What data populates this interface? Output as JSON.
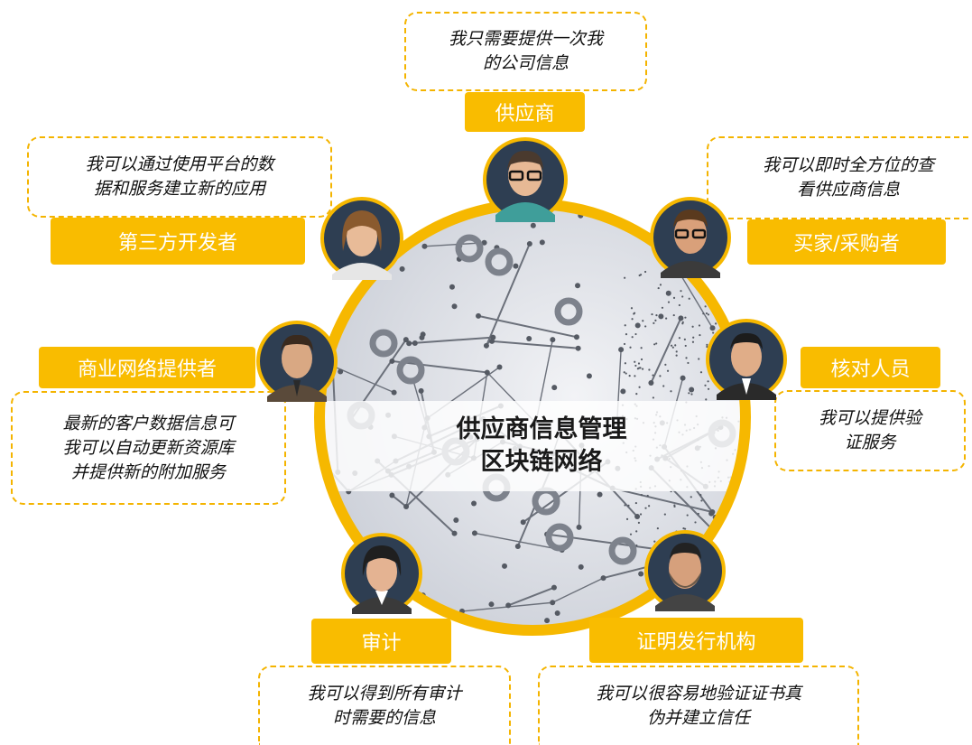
{
  "center": {
    "line1": "供应商信息管理",
    "line2": "区块链网络"
  },
  "roles": {
    "supplier": {
      "label": "供应商",
      "note": [
        "我只需要提供一次我",
        "的公司信息"
      ]
    },
    "buyer": {
      "label": "买家/采购者",
      "note": [
        "我可以即时全方位的查",
        "看供应商信息"
      ]
    },
    "verifier": {
      "label": "核对人员",
      "note": [
        "我可以提供验",
        "证服务"
      ]
    },
    "issuer": {
      "label": "证明发行机构",
      "note": [
        "我可以很容易地验证证书真",
        "伪并建立信任"
      ]
    },
    "audit": {
      "label": "审计",
      "note": [
        "我可以得到所有审计",
        "时需要的信息"
      ]
    },
    "network": {
      "label": "商业网络提供者",
      "note": [
        "最新的客户数据信息可",
        "我可以自动更新资源库",
        "并提供新的附加服务"
      ]
    },
    "developer": {
      "label": "第三方开发者",
      "note": [
        "我可以通过使用平台的数",
        "据和服务建立新的应用"
      ]
    }
  },
  "colors": {
    "accent": "#f9bc00",
    "ring": "#f6b800",
    "avatar_bg": "#2e3e52"
  }
}
